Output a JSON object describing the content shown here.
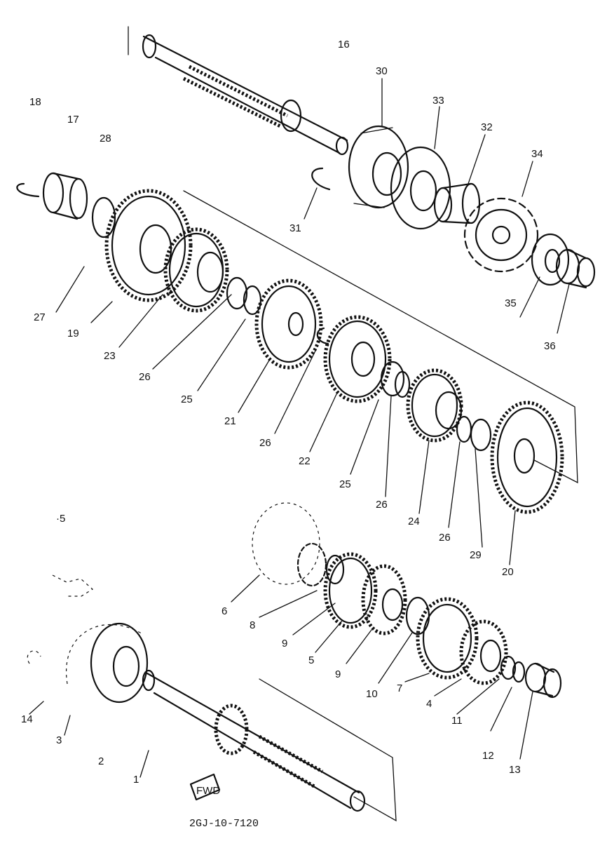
{
  "labels": {
    "l1": "1",
    "l2": "2",
    "l3": "3",
    "l4": "4",
    "l5a": "5",
    "l5b": "5",
    "l6": "6",
    "l7": "7",
    "l8": "8",
    "l9a": "9",
    "l9b": "9",
    "l10": "10",
    "l11": "11",
    "l12": "12",
    "l13": "13",
    "l14": "14",
    "l16": "16",
    "l17": "17",
    "l18": "18",
    "l19": "19",
    "l20": "20",
    "l21": "21",
    "l22": "22",
    "l23": "23",
    "l24": "24",
    "l25a": "25",
    "l25b": "25",
    "l26a": "26",
    "l26b": "26",
    "l26c": "26",
    "l26d": "26",
    "l27": "27",
    "l28": "28",
    "l29": "29",
    "l30": "30",
    "l31": "31",
    "l32": "32",
    "l33": "33",
    "l34": "34",
    "l35": "35",
    "l36": "36"
  },
  "stamp": "FWD",
  "drawing_code": "2GJ-10-7120"
}
